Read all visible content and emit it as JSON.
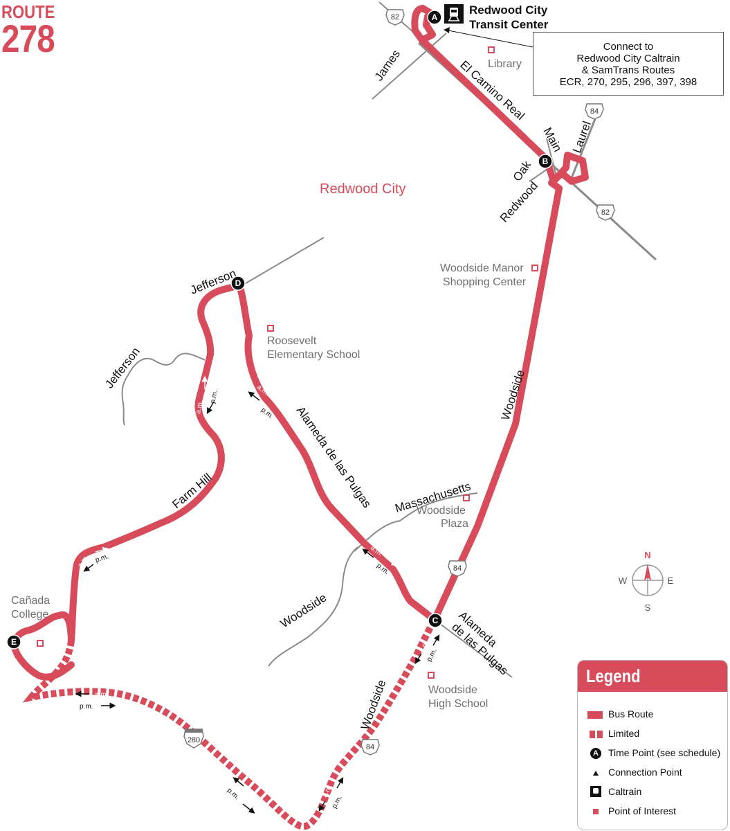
{
  "route": {
    "word": "ROUTE",
    "number": "278"
  },
  "terminal": {
    "line1": "Redwood City",
    "line2": "Transit Center"
  },
  "connect": {
    "line1": "Connect to",
    "line2": "Redwood City Caltrain",
    "line3": "& SamTrans Routes",
    "line4": "ECR, 270, 295, 296, 397, 398"
  },
  "area": {
    "city": "Redwood City"
  },
  "streets": {
    "james": "James",
    "el_camino": "El Camino Real",
    "main": "Main",
    "laurel": "Laurel",
    "oak": "Oak",
    "redwood": "Redwood",
    "jefferson_top": "Jefferson",
    "jefferson_side": "Jefferson",
    "farm_hill": "Farm Hill",
    "alameda_main": "Alameda de las Pulgas",
    "alameda_c_line1": "Alameda",
    "alameda_c_line2": "de las Pulgas",
    "massachusetts": "Massachusetts",
    "woodside_upper": "Woodside",
    "woodside_west": "Woodside",
    "woodside_lower": "Woodside"
  },
  "places": {
    "library": "Library",
    "woodside_manor_line1": "Woodside Manor",
    "woodside_manor_line2": "Shopping Center",
    "roosevelt_line1": "Roosevelt",
    "roosevelt_line2": "Elementary School",
    "woodside_plaza_line1": "Woodside",
    "woodside_plaza_line2": "Plaza",
    "canada_line1": "Cañada",
    "canada_line2": "College",
    "woodside_high_line1": "Woodside",
    "woodside_high_line2": "High School"
  },
  "shields": {
    "hwy82_top": "82",
    "hwy84_top": "84",
    "hwy82_right": "82",
    "hwy84_mid": "84",
    "hwy84_low": "84",
    "i280": "280"
  },
  "timepoints": {
    "a": "A",
    "b": "B",
    "c": "C",
    "d": "D",
    "e": "E"
  },
  "dir": {
    "am": "a.m.",
    "pm": "p.m."
  },
  "compass": {
    "n": "N",
    "s": "S",
    "e": "E",
    "w": "W"
  },
  "legend": {
    "title": "Legend",
    "items": [
      {
        "label": "Bus Route"
      },
      {
        "label": "Limited"
      },
      {
        "label": "Time Point (see schedule)",
        "symbol": "A"
      },
      {
        "label": "Connection Point"
      },
      {
        "label": "Caltrain"
      },
      {
        "label": "Point of Interest"
      }
    ]
  },
  "colors": {
    "route": "#d84b5b",
    "road": "#8a8a8a",
    "poi": "#d84b5b",
    "text": "#111111",
    "label_gray": "#6f6f6f"
  }
}
